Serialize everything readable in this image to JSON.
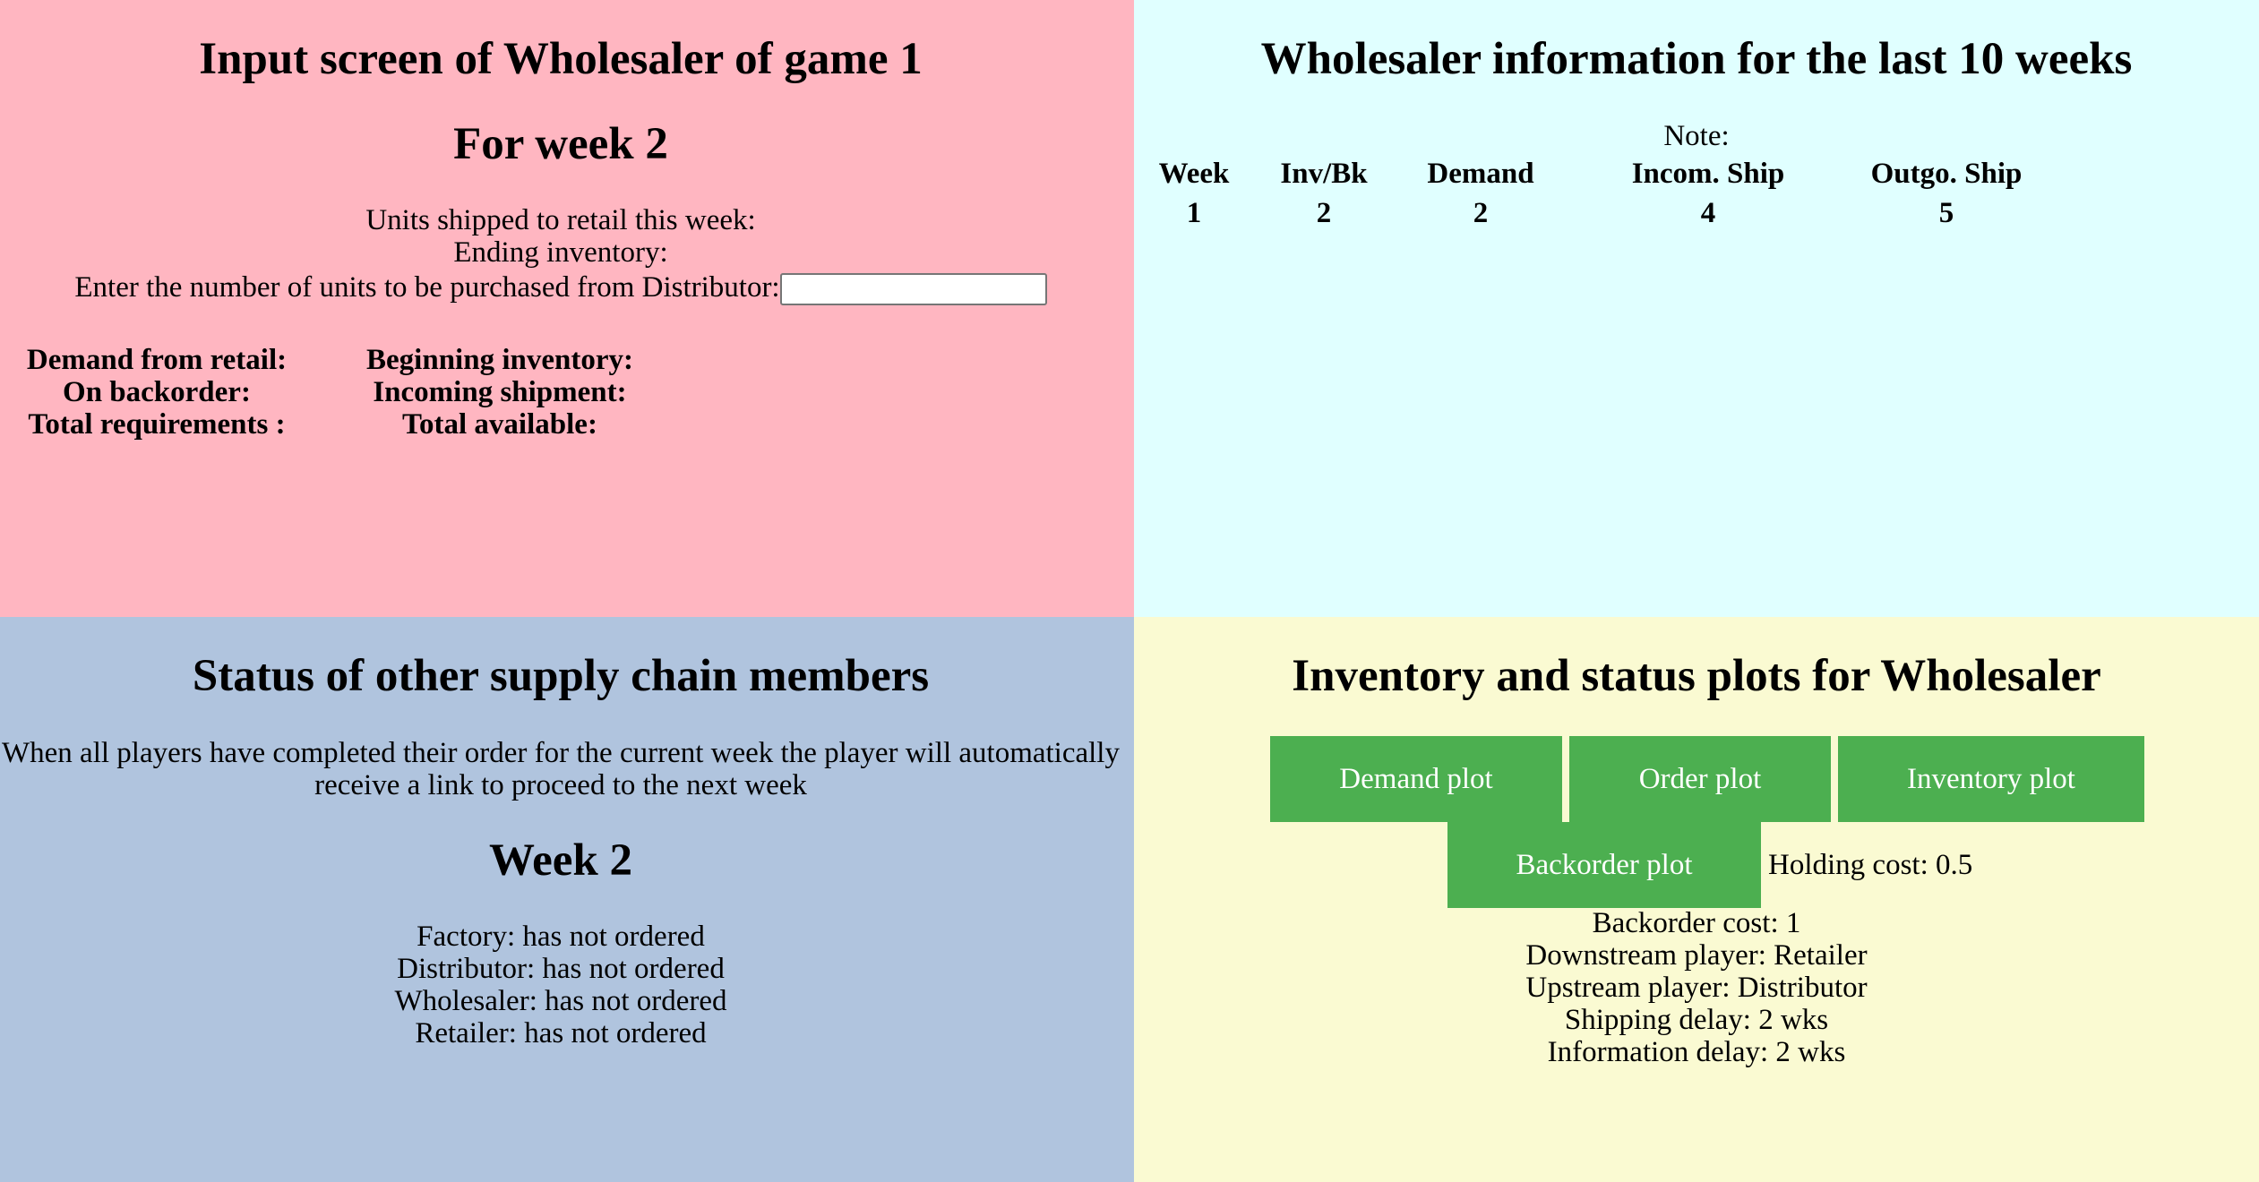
{
  "input_panel": {
    "title": "Input screen of Wholesaler of game 1",
    "week_heading": "For week 2",
    "units_shipped_label": "Units shipped to retail this week:",
    "ending_inventory_label": "Ending inventory:",
    "order_prompt": "Enter the number of units to be purchased from Distributor:",
    "order_value": "",
    "demand_label": "Demand from retail:",
    "backorder_label": "On backorder:",
    "total_requirements_label": "Total requirements :",
    "beginning_inventory_label": "Beginning inventory:",
    "incoming_shipment_label": "Incoming shipment:",
    "total_available_label": "Total available:"
  },
  "info_panel": {
    "title": "Wholesaler information for the last 10 weeks",
    "note": "Note:",
    "headers": [
      "Week",
      "Inv/Bk",
      "Demand",
      "Incom. Ship",
      "Outgo. Ship"
    ],
    "rows": [
      [
        "1",
        "2",
        "2",
        "4",
        "5"
      ]
    ]
  },
  "status_panel": {
    "title": "Status of other supply chain members",
    "message_line1": "When all players have completed their order for the current week the player will automatically",
    "message_line2": "receive a link to proceed to the next week",
    "week": "Week 2",
    "members": [
      "Factory: has not ordered",
      "Distributor: has not ordered",
      "Wholesaler: has not ordered",
      "Retailer: has not ordered"
    ]
  },
  "plots_panel": {
    "title": "Inventory and status plots for Wholesaler",
    "buttons": {
      "demand": "Demand plot",
      "order": "Order plot",
      "inventory": "Inventory plot",
      "backorder": "Backorder plot"
    },
    "holding_cost": "Holding cost: 0.5",
    "backorder_cost": "Backorder cost: 1",
    "downstream": "Downstream player: Retailer",
    "upstream": "Upstream player: Distributor",
    "shipping_delay": "Shipping delay: 2 wks",
    "information_delay": "Information delay: 2 wks"
  },
  "colors": {
    "input_bg": "#ffb6c1",
    "info_bg": "#e0ffff",
    "status_bg": "#b0c4de",
    "plots_bg": "#fafad2",
    "button_bg": "#4caf50"
  }
}
